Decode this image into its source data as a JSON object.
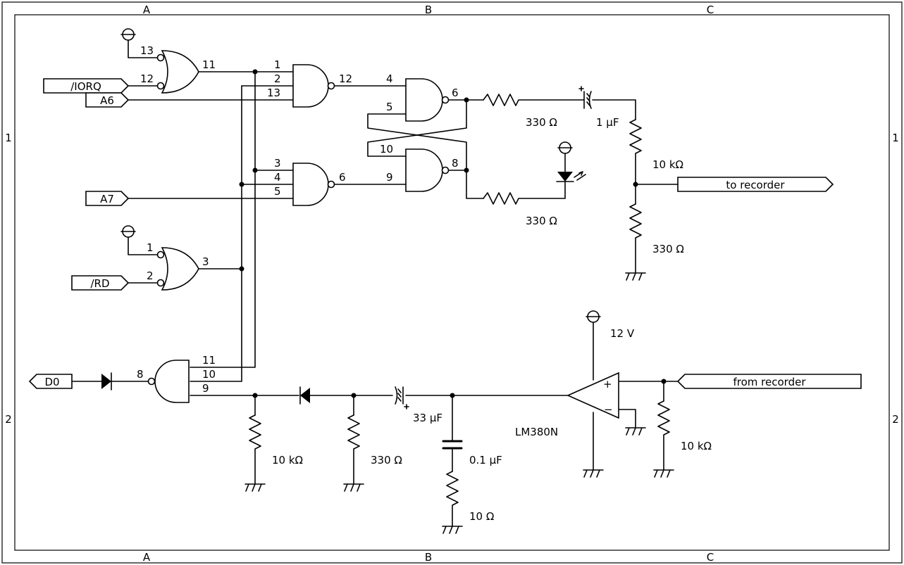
{
  "frame": {
    "cols": [
      "A",
      "B",
      "C"
    ],
    "rows": [
      "1",
      "2"
    ]
  },
  "ports": {
    "iorq": "/IORQ",
    "a6": "A6",
    "a7": "A7",
    "rd": "/RD",
    "d0": "D0",
    "to_recorder": "to recorder",
    "from_recorder": "from recorder"
  },
  "pins": {
    "nor1_in_a": "13",
    "nor1_in_b": "12",
    "nor1_out": "11",
    "nand1_in_a": "1",
    "nand1_in_b": "2",
    "nand1_in_c": "13",
    "nand1_out": "12",
    "nand2_in_a": "3",
    "nand2_in_b": "4",
    "nand2_in_c": "5",
    "nand2_out": "6",
    "nor2_in_a": "1",
    "nor2_in_b": "2",
    "nor2_out": "3",
    "ff1_in_a": "4",
    "ff1_in_b": "5",
    "ff1_out": "6",
    "ff2_in_a": "10",
    "ff2_in_b": "9",
    "ff2_out": "8",
    "nand3_in_a": "11",
    "nand3_in_b": "10",
    "nand3_in_c": "9",
    "nand3_out": "8"
  },
  "components": {
    "r_ff1_out": "330 Ω",
    "c_1uf": "1 µF",
    "r_10k_top": "10 kΩ",
    "r_ff2_out": "330 Ω",
    "r_330_right": "330 Ω",
    "supply": "12 V",
    "r_10k_bottom": "10 kΩ",
    "r_330_bottom": "330 Ω",
    "c_33uf": "33 µF",
    "c_0_1uf": "0.1 µF",
    "r_10ohm": "10 Ω",
    "amp": "LM380N",
    "r_10k_in": "10 kΩ",
    "op_plus": "+",
    "op_minus": "−"
  }
}
